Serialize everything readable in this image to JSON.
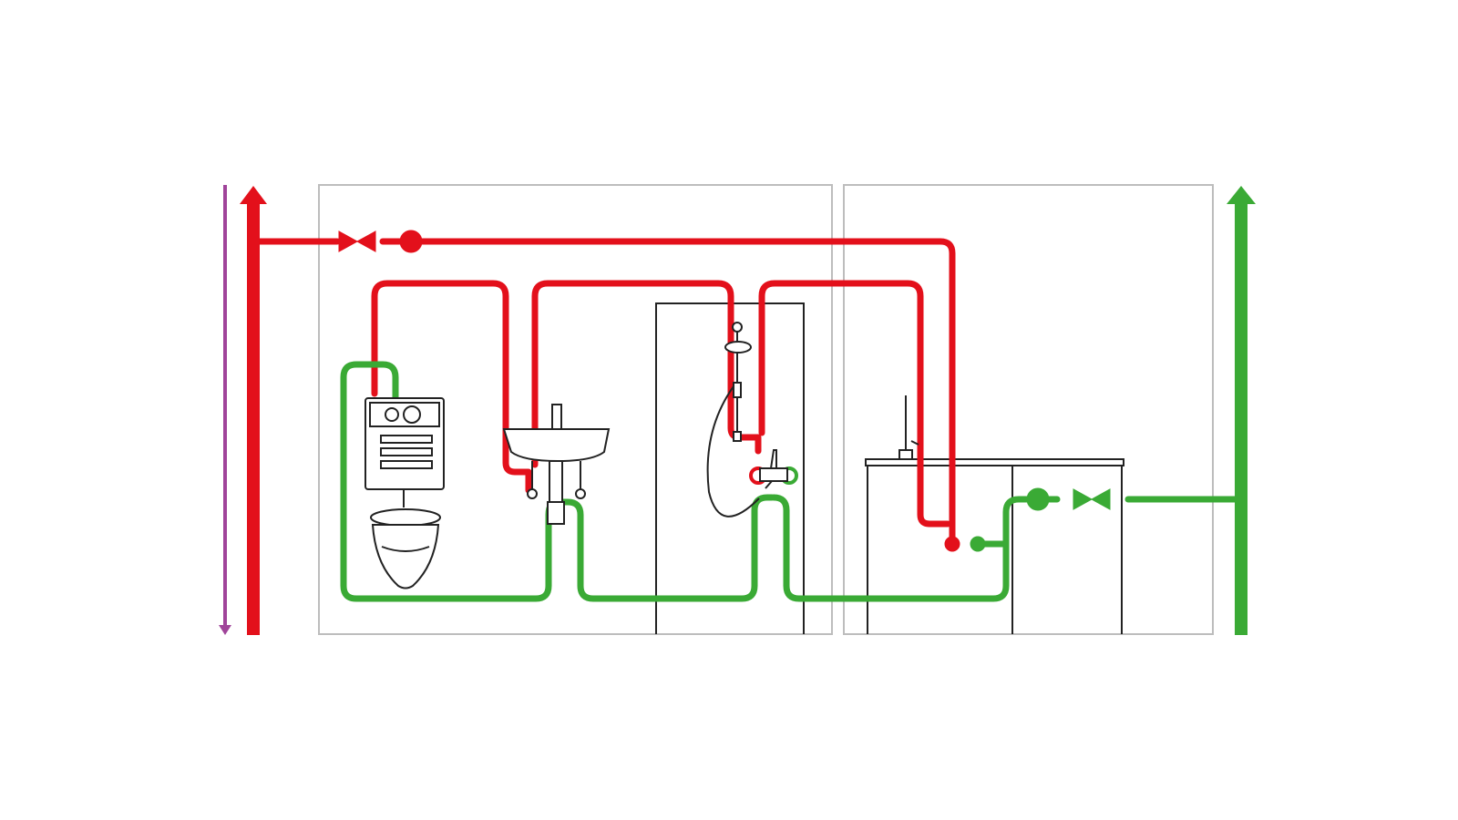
{
  "colors": {
    "red_line": "#e3101b",
    "green_line": "#3aaa35",
    "purple_line": "#a0449a",
    "wall": "#bdbdbd",
    "fixture_outline": "#222222",
    "background": "#ffffff"
  },
  "elements": {
    "left_down_arrow": "purple-down-arrow",
    "left_up_arrow": "red-up-arrow",
    "right_up_arrow": "green-up-arrow",
    "red_valve": "valve-icon",
    "green_valve": "valve-icon",
    "fixtures": [
      "toilet-cistern",
      "toilet",
      "washbasin",
      "shower",
      "shower-mixer",
      "kitchen-faucet",
      "kitchen-cabinet"
    ]
  }
}
